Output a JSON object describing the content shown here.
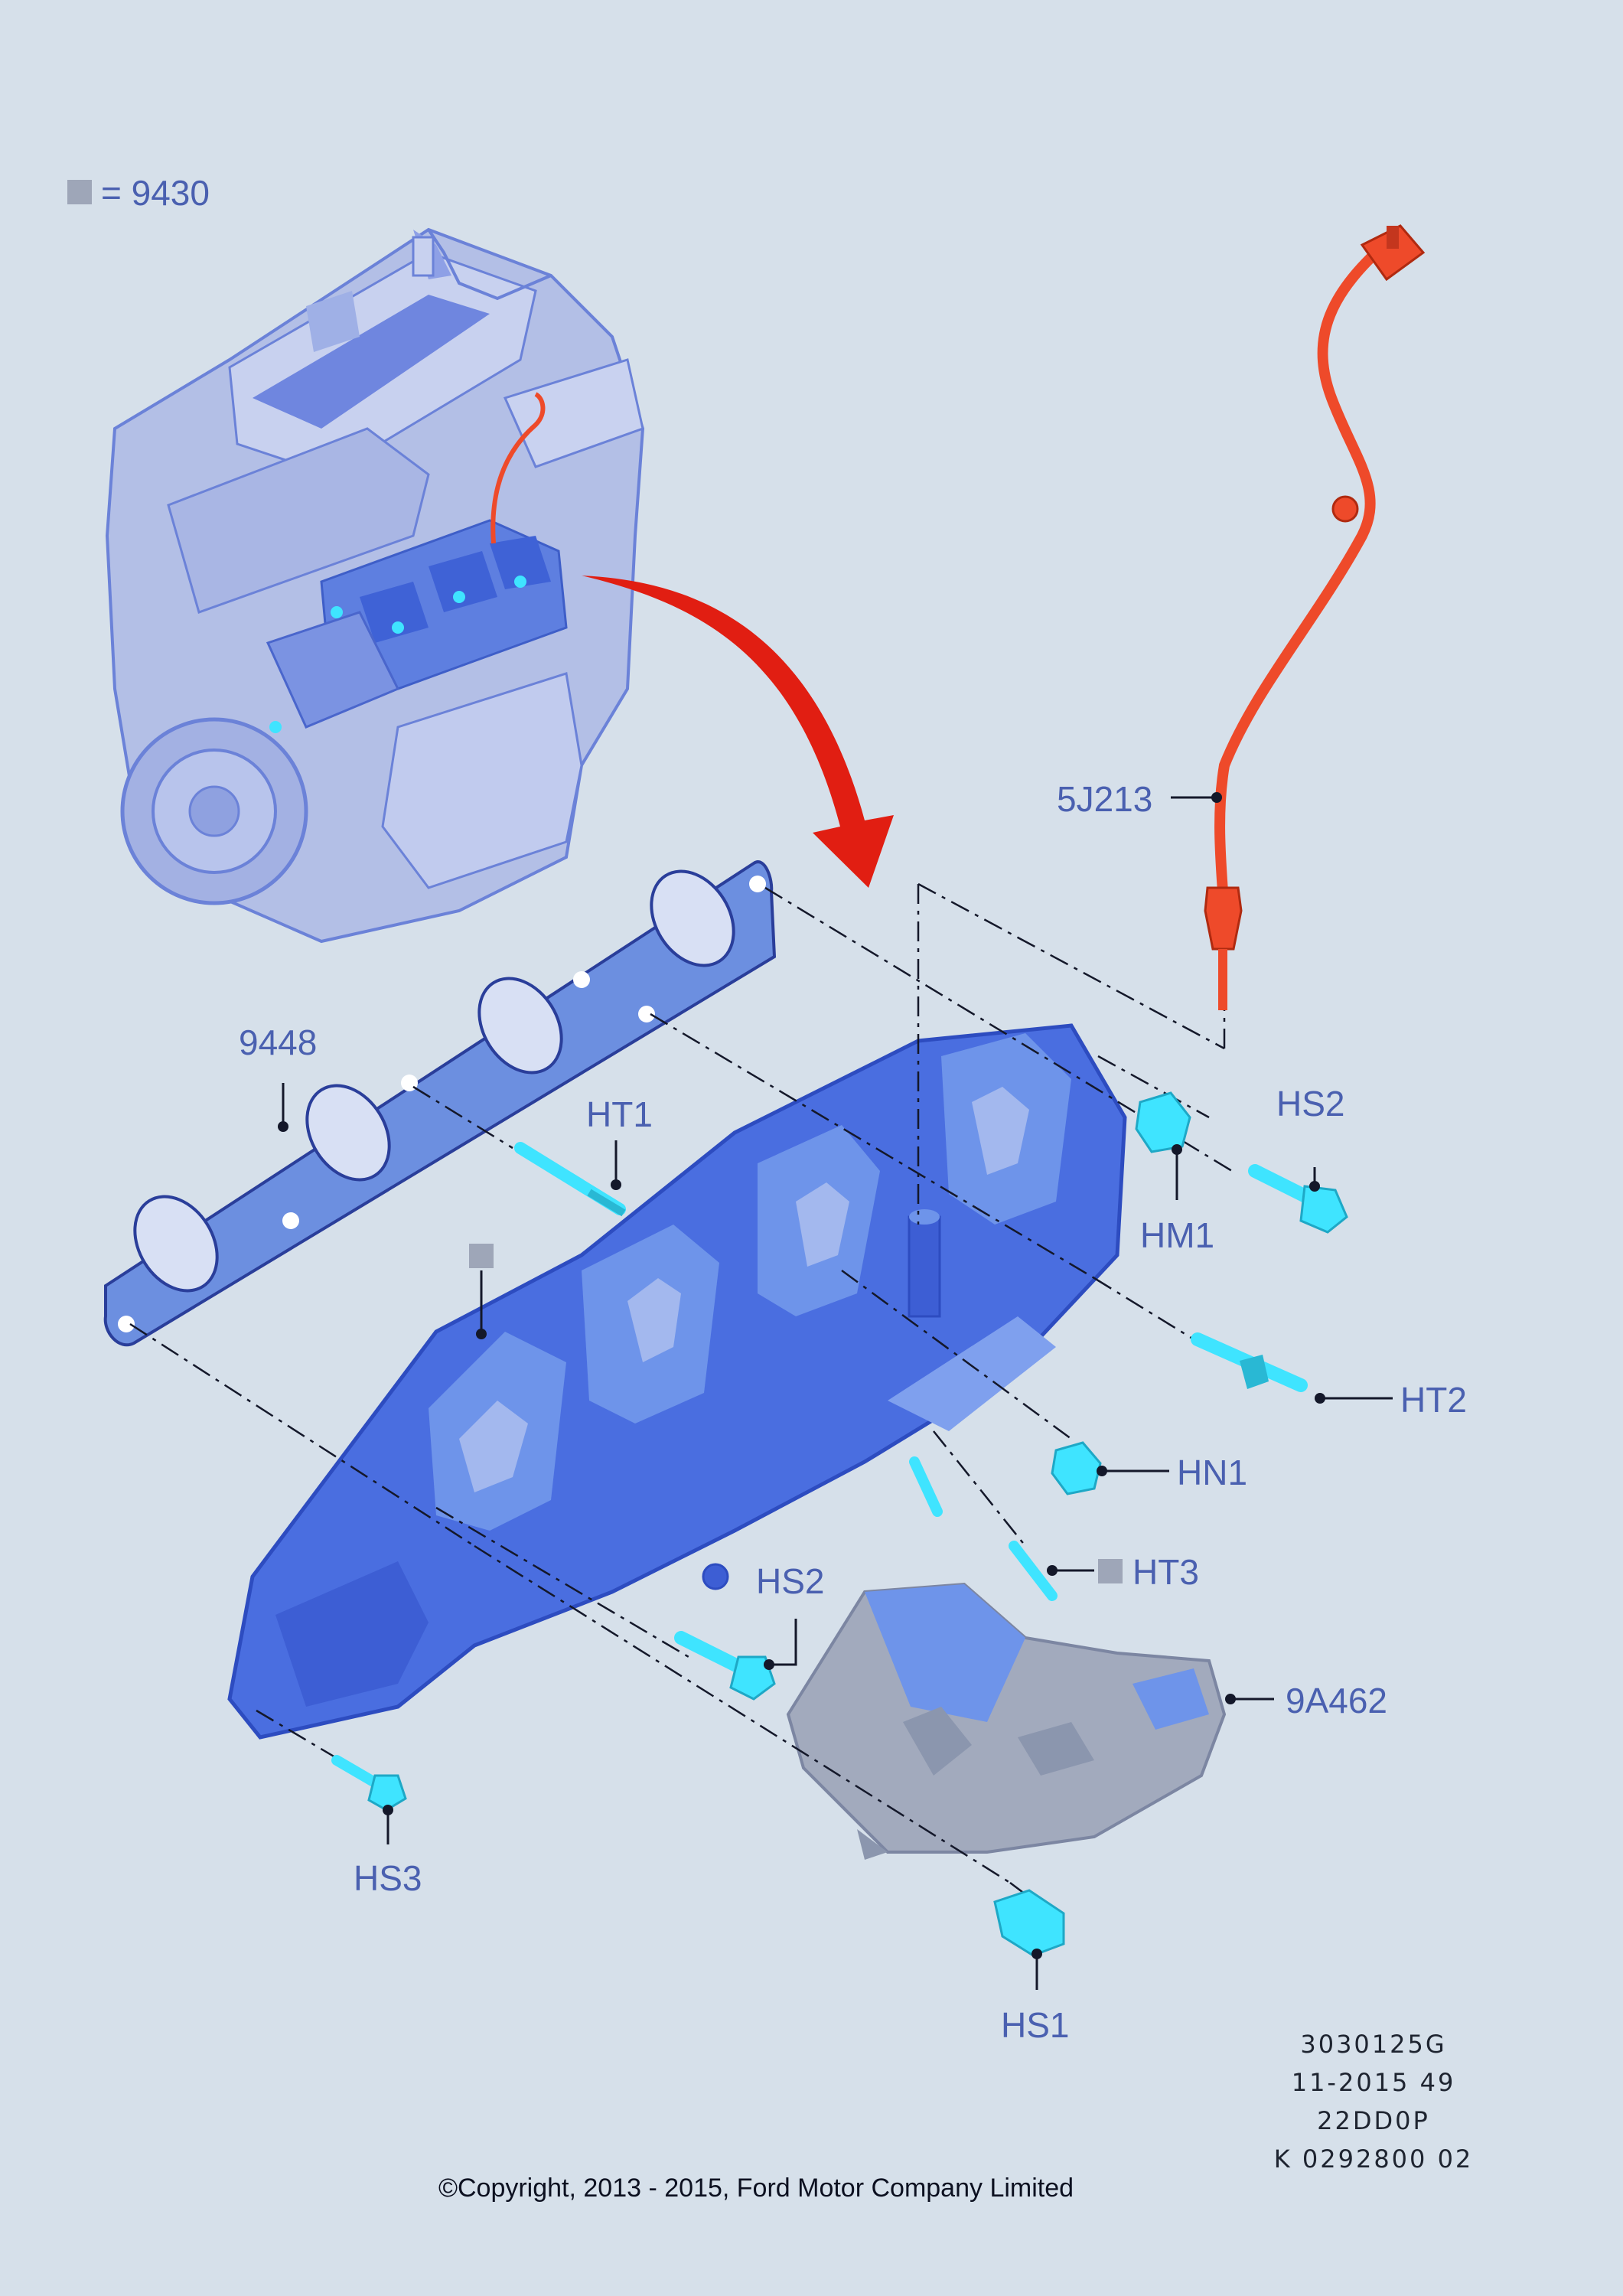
{
  "legend": {
    "marker_color": "#9ea6b8",
    "label": "= 9430"
  },
  "callouts": {
    "gasket": "9448",
    "stud_upper": "HT1",
    "bolt_upper_right": "HS2",
    "nut_upper": "HM1",
    "sensor": "5J213",
    "stud_right": "HT2",
    "nut_lower": "HN1",
    "stud_lower": "HT3",
    "bolt_middle": "HS2",
    "heat_shield": "9A462",
    "bolt_left": "HS3",
    "bolt_bottom": "HS1"
  },
  "reference_codes": [
    "3030125G",
    "11-2015 49",
    "22DD0P",
    "K 0292800 02"
  ],
  "copyright": "©Copyright, 2013 - 2015, Ford Motor Company Limited",
  "colors": {
    "background": "#d6e0ea",
    "label_blue": "#4a60b0",
    "manifold_blue": "#4a6ee0",
    "manifold_light": "#6e94ea",
    "gasket_blue": "#6c8fe0",
    "fastener_cyan": "#3fe4ff",
    "sensor_red": "#ee4a2a",
    "arrow_red": "#e11e12",
    "engine_pale": "#b3bfe6",
    "shield_grey": "#a2aabd"
  }
}
